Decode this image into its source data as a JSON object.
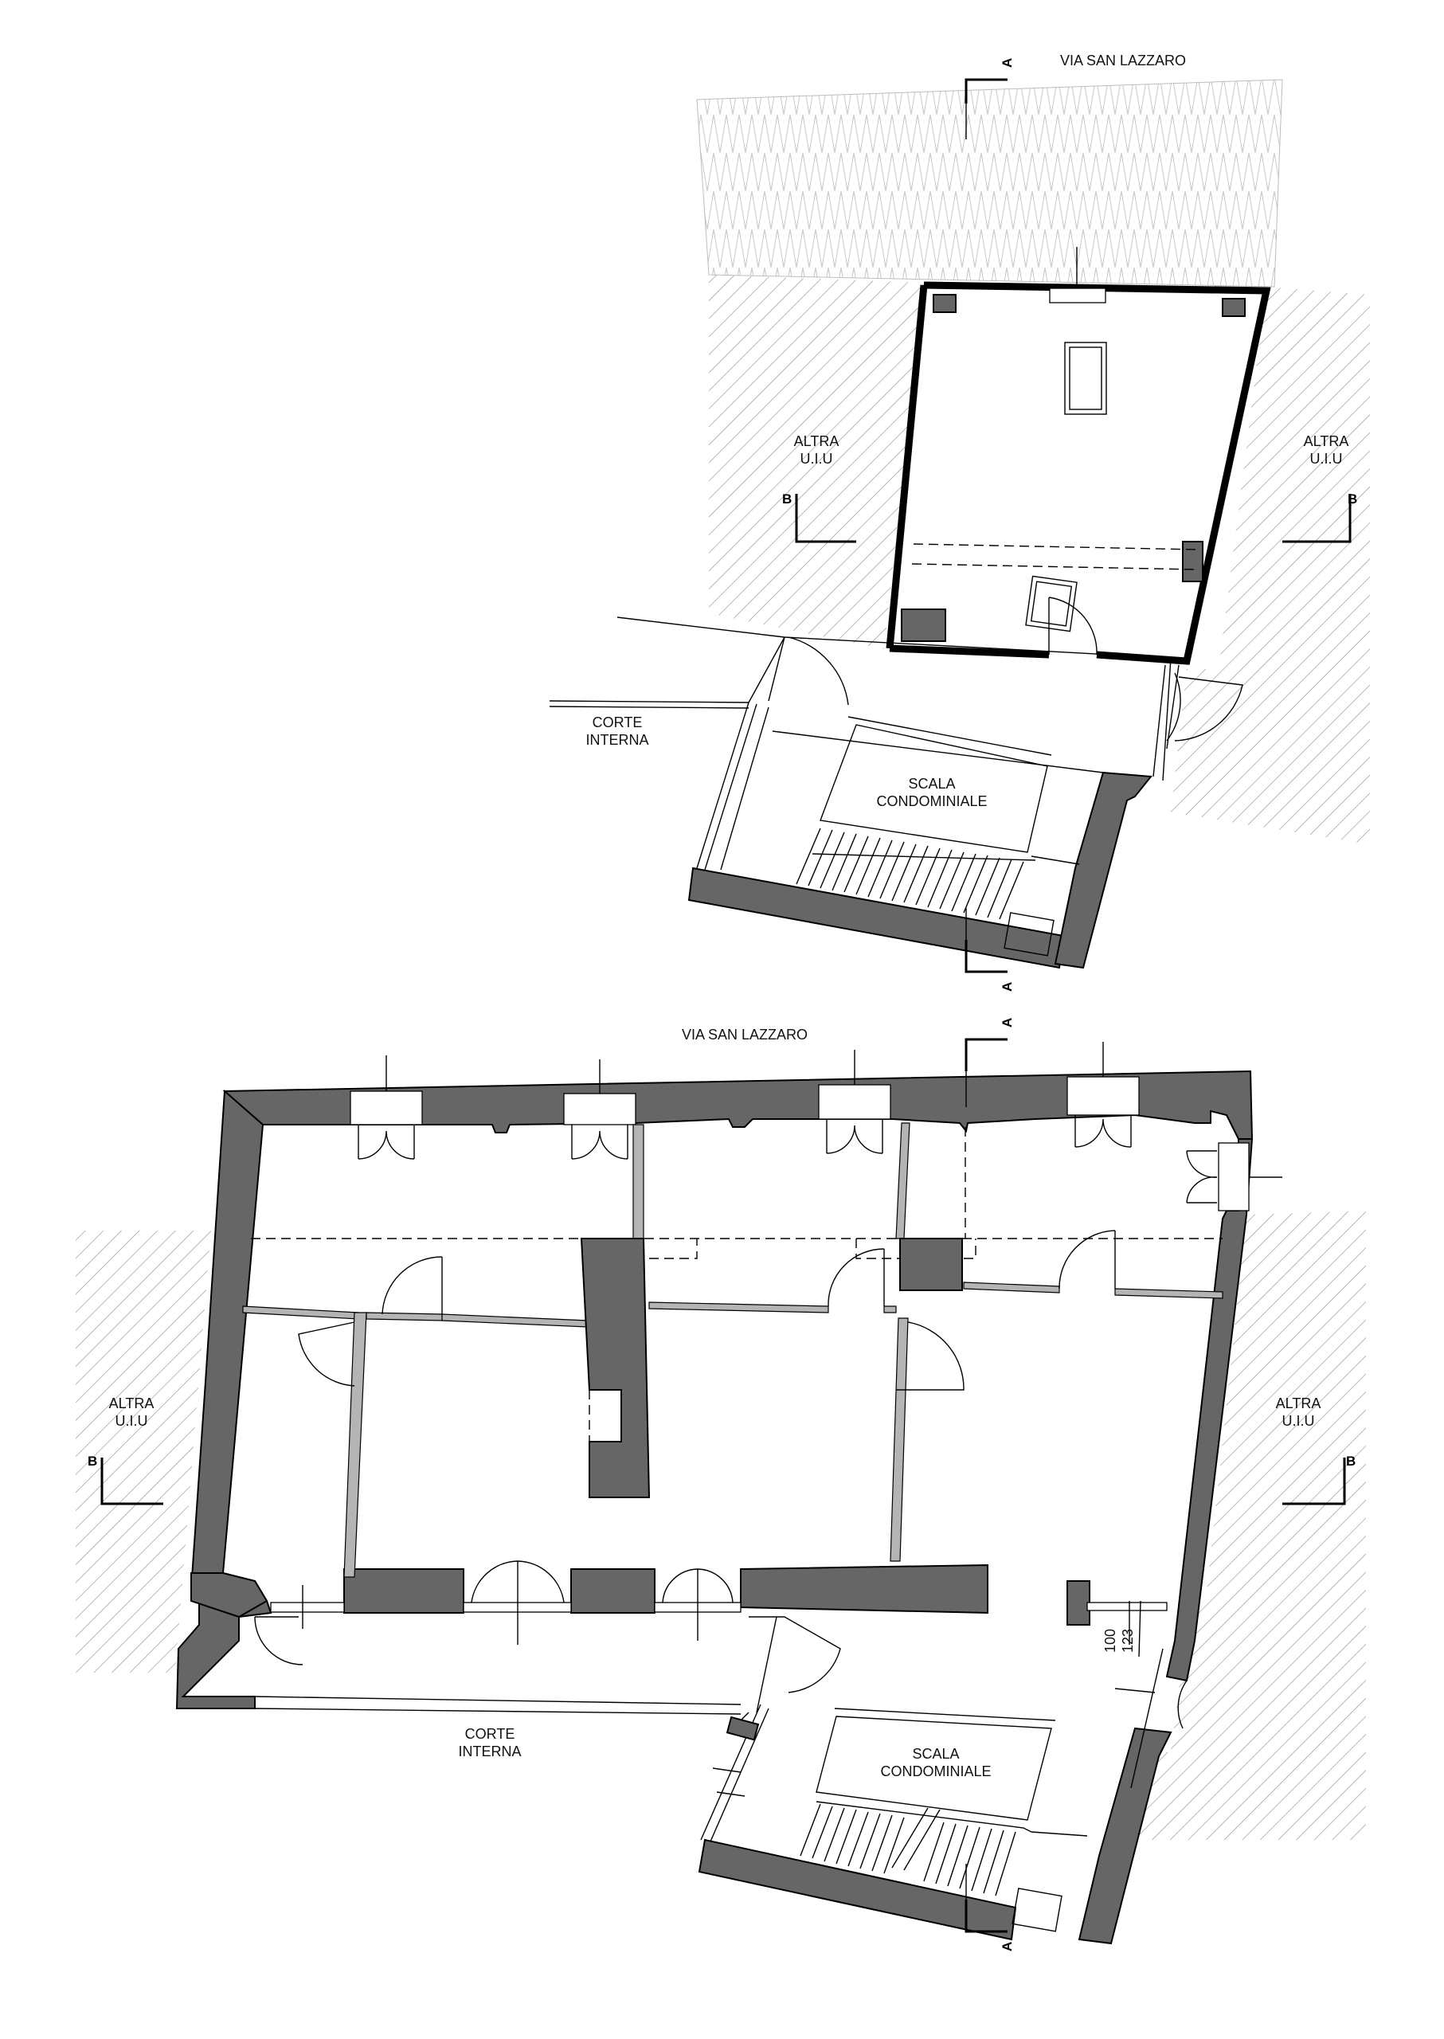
{
  "colors": {
    "wall": "#666666",
    "partition": "#b4b4b4",
    "line": "#000000",
    "background": "#ffffff"
  },
  "upper_plan": {
    "street": "VIA SAN LAZZARO",
    "left_unit": [
      "ALTRA",
      "U.I.U"
    ],
    "right_unit": [
      "ALTRA",
      "U.I.U"
    ],
    "court": [
      "CORTE",
      "INTERNA"
    ],
    "stair": [
      "SCALA",
      "CONDOMINIALE"
    ],
    "section_a": "A",
    "section_b": "B"
  },
  "lower_plan": {
    "street": "VIA SAN LAZZARO",
    "left_unit": [
      "ALTRA",
      "U.I.U"
    ],
    "right_unit": [
      "ALTRA",
      "U.I.U"
    ],
    "court": [
      "CORTE",
      "INTERNA"
    ],
    "stair": [
      "SCALA",
      "CONDOMINIALE"
    ],
    "section_a": "A",
    "section_b": "B",
    "dim_1": "100",
    "dim_2": "123"
  }
}
